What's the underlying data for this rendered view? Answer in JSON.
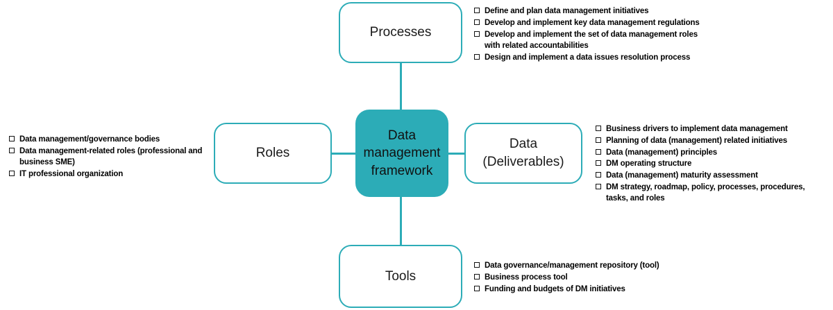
{
  "diagram": {
    "title": "Data management framework",
    "accent_color": "#2CACB7",
    "background_color": "#FFFFFF",
    "center": {
      "label": "Data\nmanagement\nframework"
    },
    "nodes": [
      {
        "id": "processes",
        "label": "Processes",
        "position": "top",
        "bullets": [
          "Define and plan data management initiatives",
          "Develop and implement key data management regulations",
          "Develop and implement the set of  data management roles\nwith related accountabilities",
          "Design and implement a data issues resolution process"
        ]
      },
      {
        "id": "data-deliverables",
        "label": "Data\n(Deliverables)",
        "position": "right",
        "bullets": [
          "Business drivers to implement data management",
          "Planning of data (management) related initiatives",
          "Data (management) principles",
          "DM operating structure",
          "Data (management) maturity assessment",
          "DM  strategy, roadmap, policy, processes, procedures,\ntasks, and roles"
        ]
      },
      {
        "id": "tools",
        "label": "Tools",
        "position": "bottom",
        "bullets": [
          "Data governance/management repository (tool)",
          "Business process tool",
          "Funding and budgets of DM initiatives"
        ]
      },
      {
        "id": "roles",
        "label": "Roles",
        "position": "left",
        "bullets": [
          "Data management/governance bodies",
          "Data management-related  roles (professional and\nbusiness SME)",
          "IT professional organization"
        ]
      }
    ]
  }
}
